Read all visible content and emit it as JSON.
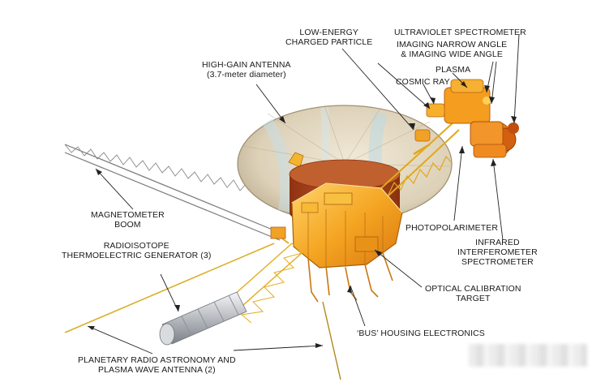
{
  "labels": {
    "low_energy": [
      "LOW-ENERGY",
      "CHARGED PARTICLE"
    ],
    "uv_spectrometer": "ULTRAVIOLET SPECTROMETER",
    "imaging": [
      "IMAGING NARROW ANGLE",
      "& IMAGING WIDE ANGLE"
    ],
    "plasma": "PLASMA",
    "cosmic_ray": "COSMIC RAY",
    "high_gain": [
      "HIGH-GAIN ANTENNA",
      "(3.7-meter diameter)"
    ],
    "magnetometer": [
      "MAGNETOMETER",
      "BOOM"
    ],
    "rtg": [
      "RADIOISOTOPE",
      "THERMOELECTRIC GENERATOR (3)"
    ],
    "photopolarimeter": "PHOTOPOLARIMETER",
    "infrared": [
      "INFRARED",
      "INTERFEROMETER",
      "SPECTROMETER"
    ],
    "optical_calibration": [
      "OPTICAL CALIBRATION",
      "TARGET"
    ],
    "bus": "‘BUS’ HOUSING ELECTRONICS",
    "radio_antenna": [
      "PLANETARY RADIO ASTRONOMY AND",
      "PLASMA WAVE ANTENNA (2)"
    ]
  },
  "colors": {
    "dish": "#e6dcc8",
    "dish_shadow": "#bfb39a",
    "dish_highlight": "#b9dbe6",
    "bus_gold": "#f5a623",
    "bus_dark": "#c9620e",
    "hub": "#b2471a",
    "truss": "#e8b520",
    "rtg_metal": "#c8ccd0",
    "leader": "#222222"
  }
}
